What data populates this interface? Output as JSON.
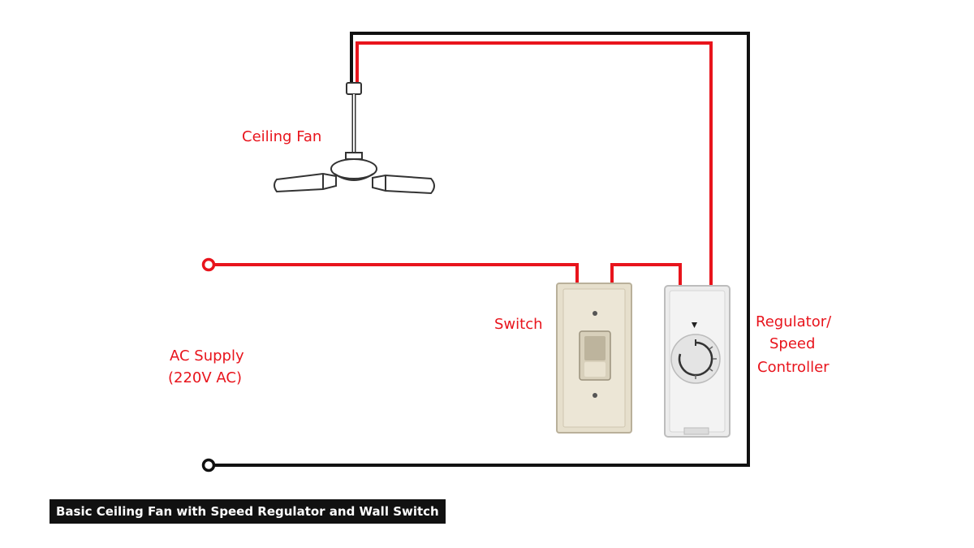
{
  "labels": {
    "fan": "Ceiling Fan",
    "switch": "Switch",
    "regulator_line1": "Regulator/",
    "regulator_line2": "Speed",
    "regulator_line3": "Controller",
    "supply_line1": "AC Supply",
    "supply_line2": "(220V AC)"
  },
  "caption": "Basic Ceiling Fan with Speed Regulator and Wall Switch",
  "colors": {
    "live_wire": "#e8141c",
    "neutral_wire": "#111111",
    "label_text": "#e8141c",
    "switch_plate": "#e6dfcc",
    "regulator_plate": "#ececec"
  },
  "icons": [
    "ceiling-fan-icon",
    "wall-switch-icon",
    "speed-regulator-icon",
    "terminal-icon"
  ]
}
